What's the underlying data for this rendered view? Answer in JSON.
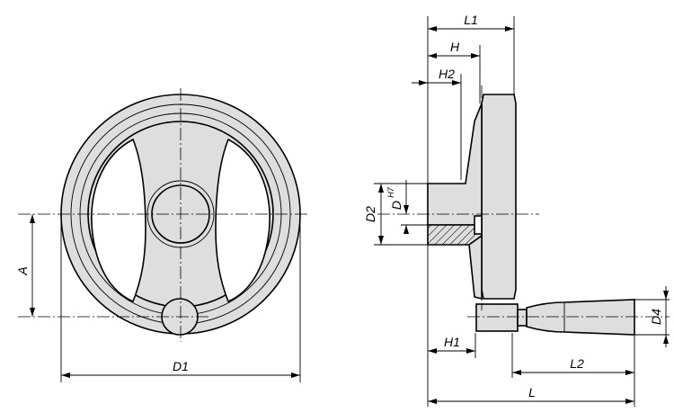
{
  "labels": {
    "A": "A",
    "D1": "D1",
    "L1": "L1",
    "H": "H",
    "H2": "H2",
    "D2": "D2",
    "D": "D",
    "D_tol": "H7",
    "H1": "H1",
    "L2": "L2",
    "L": "L",
    "D4": "D4"
  },
  "colors": {
    "part_fill": "#dedede",
    "line": "#000000",
    "background": "#ffffff"
  }
}
